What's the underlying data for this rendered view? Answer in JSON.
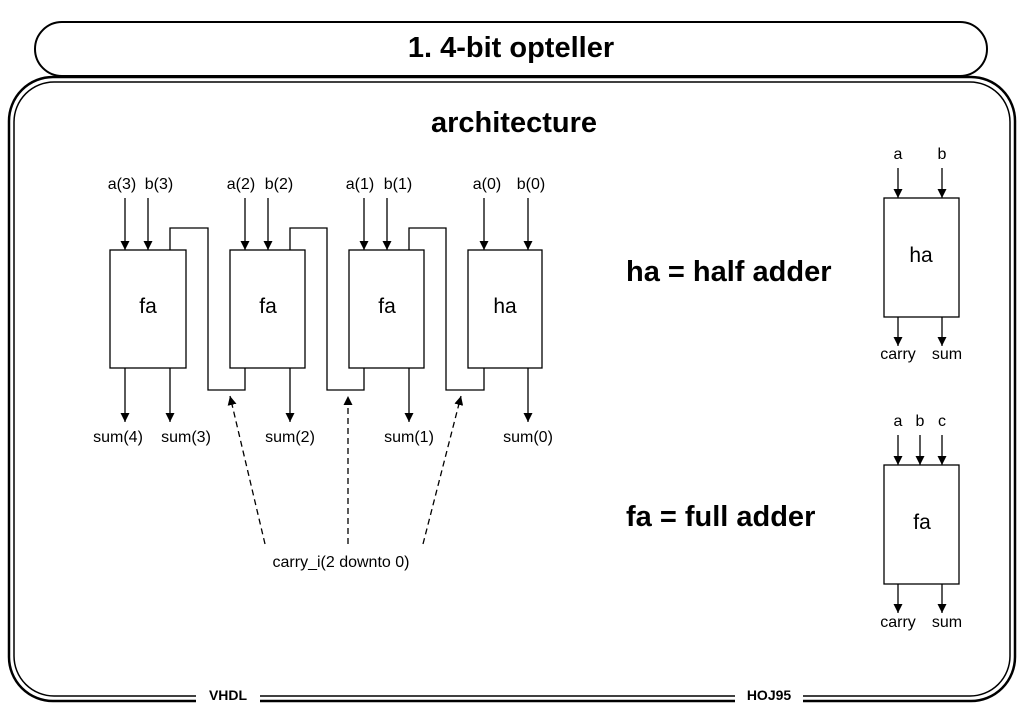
{
  "slide": {
    "title": "1. 4-bit opteller",
    "subtitle": "architecture"
  },
  "adder_chain": {
    "blocks": [
      {
        "name": "fa",
        "input_a": "a(3)",
        "input_b": "b(3)",
        "output_carry": "sum(4)",
        "output_sum": "sum(3)"
      },
      {
        "name": "fa",
        "input_a": "a(2)",
        "input_b": "b(2)",
        "output_sum": "sum(2)"
      },
      {
        "name": "fa",
        "input_a": "a(1)",
        "input_b": "b(1)",
        "output_sum": "sum(1)"
      },
      {
        "name": "ha",
        "input_a": "a(0)",
        "input_b": "b(0)",
        "output_sum": "sum(0)"
      }
    ],
    "carry_signal": "carry_i(2 downto 0)"
  },
  "legend": {
    "half_adder": {
      "text": "ha = half adder",
      "block": "ha",
      "inputs": [
        "a",
        "b"
      ],
      "outputs": [
        "carry",
        "sum"
      ]
    },
    "full_adder": {
      "text": "fa = full adder",
      "block": "fa",
      "inputs": [
        "a",
        "b",
        "c"
      ],
      "outputs": [
        "carry",
        "sum"
      ]
    }
  },
  "footer": {
    "left": "VHDL",
    "right": "HOJ95"
  }
}
